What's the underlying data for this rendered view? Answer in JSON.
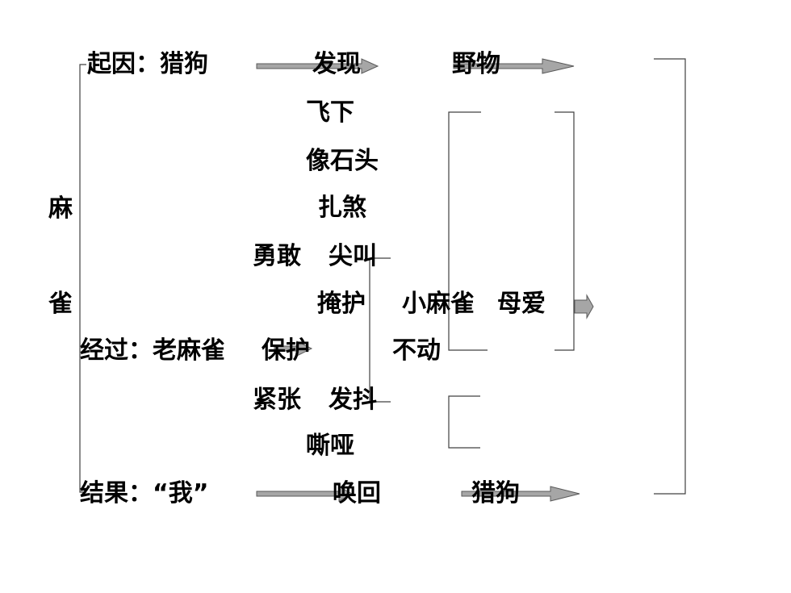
{
  "title_chars": [
    "麻",
    "雀"
  ],
  "sections": {
    "cause_label": "起因：猎狗",
    "process_label": "经过：老麻雀",
    "result_label": "结果：“我”"
  },
  "cause_row": {
    "verb": "发现",
    "object": "野物"
  },
  "result_row": {
    "verb": "唤回",
    "object": "猎狗"
  },
  "actions": {
    "fly_down": "飞下",
    "like_stone": "像石头",
    "flutter": "扎煞",
    "brave": "勇敢",
    "scream": "尖叫",
    "shield": "掩护",
    "protect": "保护",
    "tense": "紧张",
    "tremble": "发抖",
    "hoarse": "嘶哑"
  },
  "targets": {
    "little_sparrow": "小麻雀",
    "motionless": "不动",
    "motherly_love": "母爱"
  },
  "colors": {
    "arrow_fill": "#a6a6a6",
    "arrow_stroke": "#595959",
    "line": "#404040",
    "text": "#000000"
  }
}
